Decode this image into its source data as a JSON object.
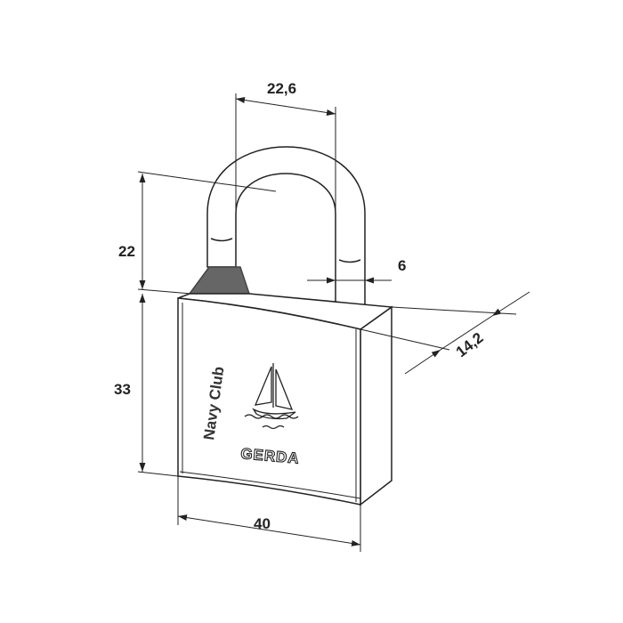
{
  "diagram": {
    "subject": "padlock",
    "dimensions": {
      "shackle_width": "22,6",
      "shackle_height": "22",
      "body_height": "33",
      "body_width": "40",
      "shackle_diameter": "6",
      "body_depth": "14,2"
    },
    "engraving": {
      "text": "Navy Club",
      "brand": "GERDA"
    },
    "colors": {
      "line": "#222222",
      "collar": "#666666"
    }
  }
}
